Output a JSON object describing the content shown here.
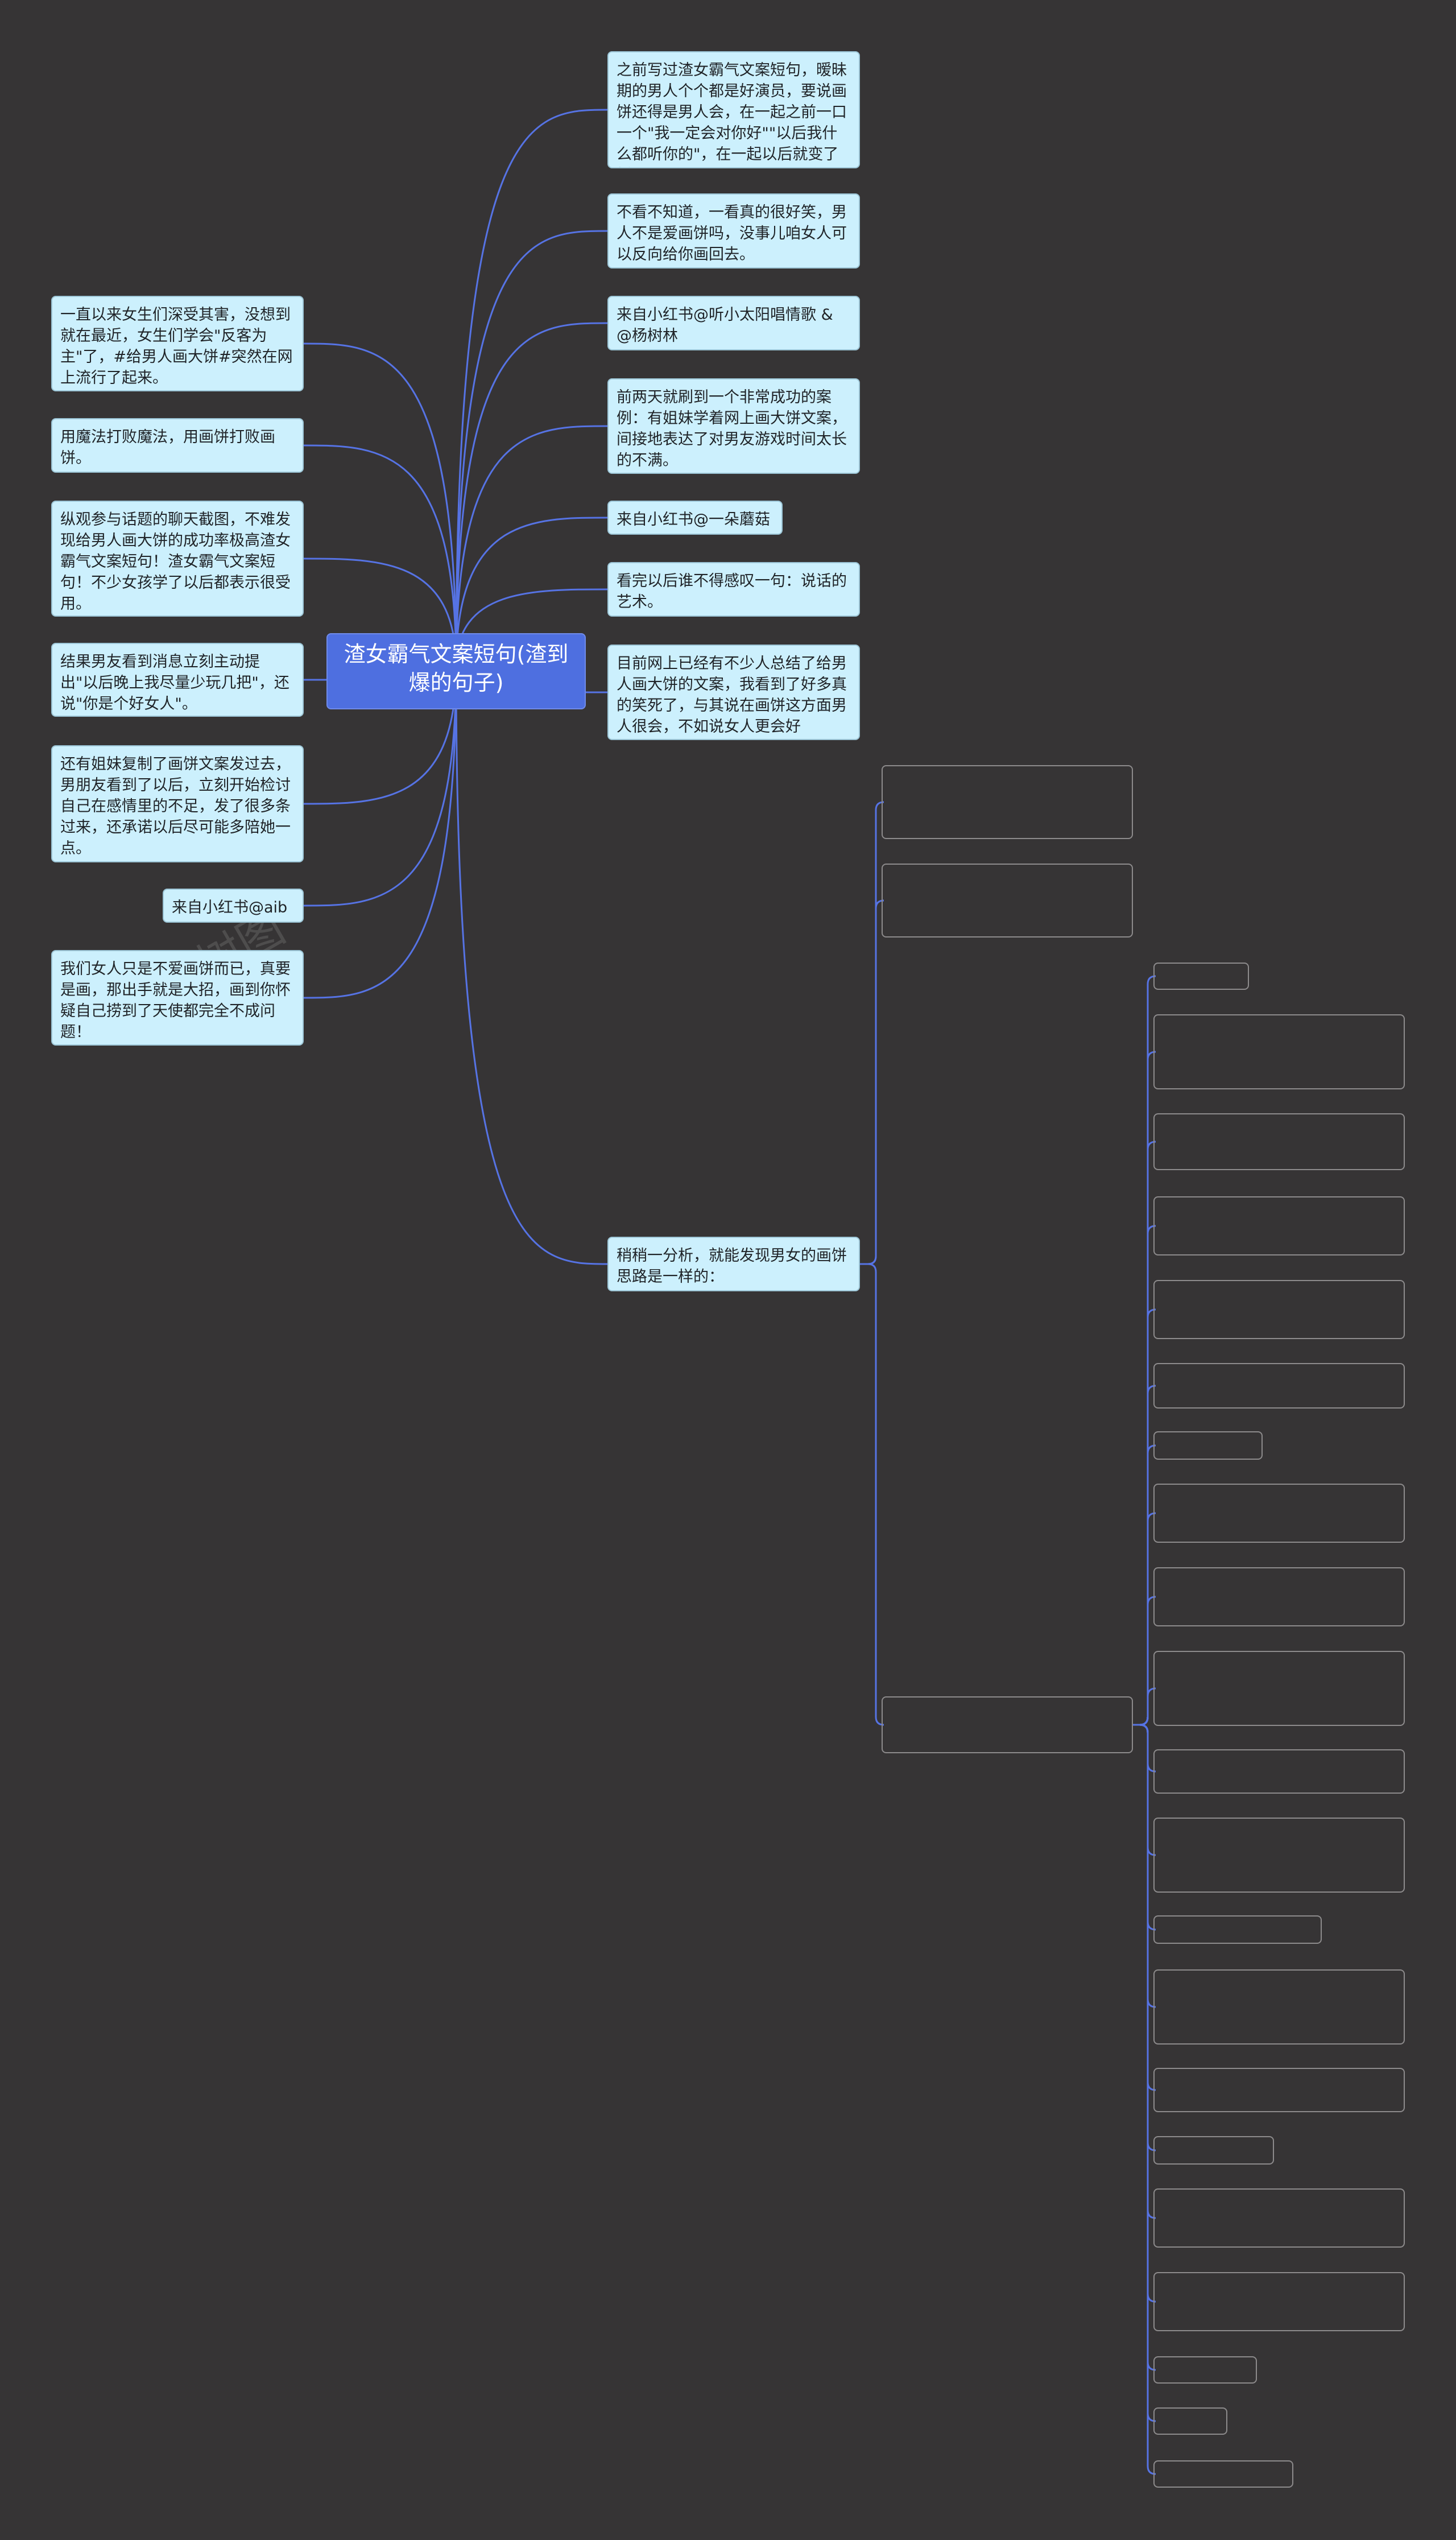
{
  "root": {
    "title": "渣女霸气文案短句(渣到爆的句子)"
  },
  "left_nodes": [
    "一直以来女生们深受其害，没想到就在最近，女生们学会\"反客为主\"了，#给男人画大饼#突然在网上流行了起来。",
    "用魔法打败魔法，用画饼打败画饼。",
    "纵观参与话题的聊天截图，不难发现给男人画大饼的成功率极高渣女霸气文案短句！渣女霸气文案短句！不少女孩学了以后都表示很受用。",
    "结果男友看到消息立刻主动提出\"以后晚上我尽量少玩几把\"，还说\"你是个好女人\"。",
    "还有姐妹复制了画饼文案发过去，男朋友看到了以后，立刻开始检讨自己在感情里的不足，发了很多条过来，还承诺以后尽可能多陪她一点。",
    "来自小红书@aibQ",
    "我们女人只是不爱画饼而已，真要是画，那出手就是大招，画到你怀疑自己捞到了天使都完全不成问题！"
  ],
  "right_nodes": [
    "之前写过渣女霸气文案短句，暧昧期的男人个个都是好演员，要说画饼还得是男人会，在一起之前一口一个\"我一定会对你好\"\"以后我什么都听你的\"，在一起以后就变了样。",
    "不看不知道，一看真的很好笑，男人不是爱画饼吗，没事儿咱女人可以反向给你画回去。",
    "来自小红书@听小太阳唱情歌 & @杨树林",
    "前两天就刷到一个非常成功的案例：有姐妹学着网上画大饼文案，间接地表达了对男友游戏时间太长的不满。",
    "来自小红书@一朵蘑菇_",
    "看完以后谁不得感叹一句：说话的艺术。",
    "目前网上已经有不少人总结了给男人画大饼的文案，我看到了好多真的笑死了，与其说在画饼这方面男人很会，不如说女人更会好吧！！！",
    "稍稍一分析，就能发现男女的画饼思路是一样的："
  ],
  "watermark": "树图"
}
